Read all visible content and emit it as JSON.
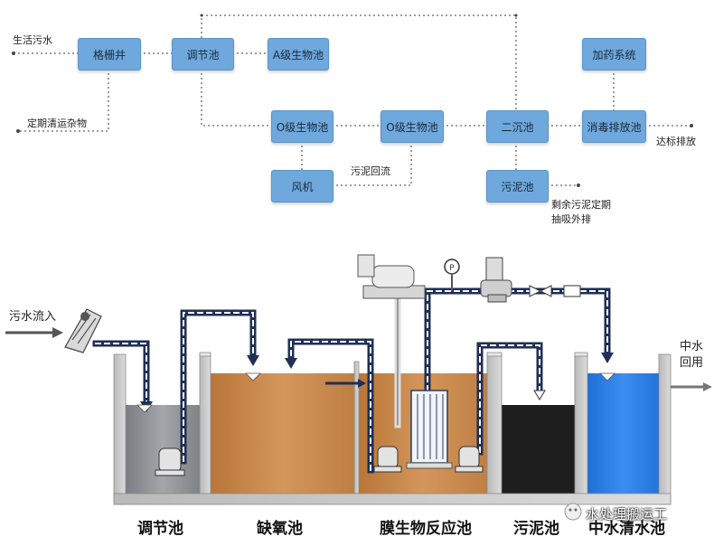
{
  "flowchart": {
    "boxes": {
      "screen_well": "格栅井",
      "equalization": "调节池",
      "a_bio": "A级生物池",
      "o_bio_1": "O级生物池",
      "o_bio_2": "O级生物池",
      "secondary_clarifier": "二沉池",
      "dosing_system": "加药系统",
      "disinfection": "消毒排放池",
      "blower": "风机",
      "sludge_tank": "污泥池"
    },
    "labels": {
      "domestic_sewage": "生活污水",
      "screenings": "定期清运杂物",
      "sludge_return": "污泥回流",
      "discharge": "达标排放",
      "excess_sludge_1": "剩余污泥定期",
      "excess_sludge_2": "抽吸外排"
    }
  },
  "plant": {
    "inflow": "污水流入",
    "reuse_1": "中水",
    "reuse_2": "回用",
    "tanks": [
      "调节池",
      "缺氧池",
      "膜生物反应池",
      "污泥池",
      "中水清水池"
    ],
    "watermark": "水处理搬运工",
    "colors": {
      "equalization": "#8d9194",
      "anoxic": "#c9874a",
      "mbr": "#c58a52",
      "sludge": "#1e1e1e",
      "clear": "#2a7de0"
    }
  }
}
